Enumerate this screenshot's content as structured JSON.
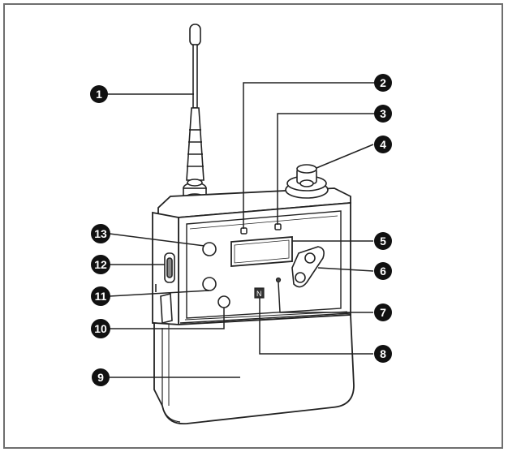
{
  "figure": {
    "title": "",
    "callouts": [
      {
        "id": "1",
        "label": "1"
      },
      {
        "id": "2",
        "label": "2"
      },
      {
        "id": "3",
        "label": "3"
      },
      {
        "id": "4",
        "label": "4"
      },
      {
        "id": "5",
        "label": "5"
      },
      {
        "id": "6",
        "label": "6"
      },
      {
        "id": "7",
        "label": "7"
      },
      {
        "id": "8",
        "label": "8"
      },
      {
        "id": "9",
        "label": "9"
      },
      {
        "id": "10",
        "label": "10"
      },
      {
        "id": "11",
        "label": "11"
      },
      {
        "id": "12",
        "label": "12"
      },
      {
        "id": "13",
        "label": "13"
      }
    ]
  },
  "colors": {
    "line": "#222222",
    "badge": "#111111",
    "body_fill": "#ffffff",
    "frame": "#6e6e6e"
  }
}
